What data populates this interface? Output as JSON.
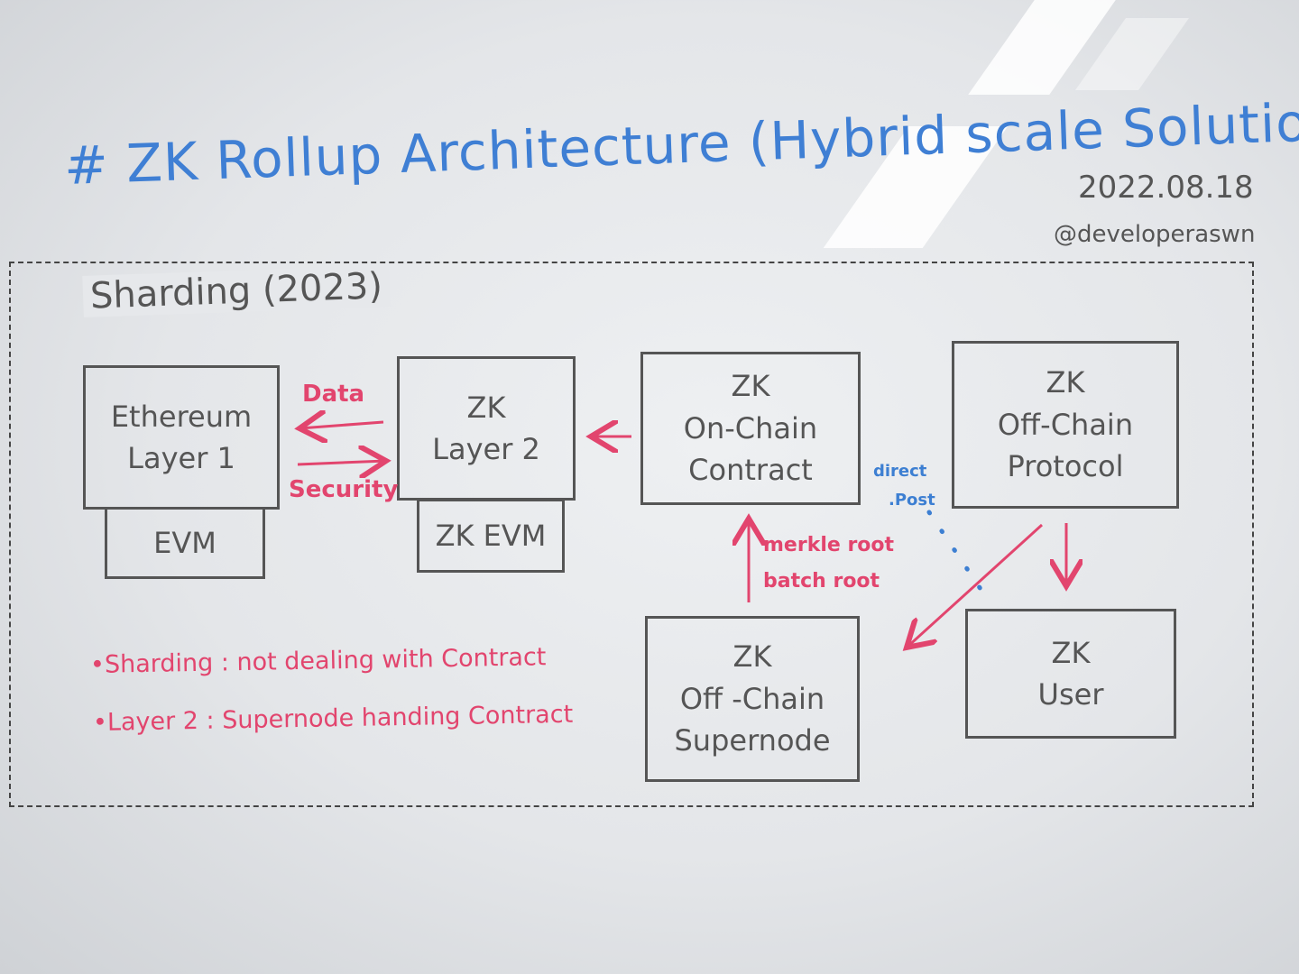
{
  "title": "# ZK Rollup Architecture (Hybrid scale Solution)",
  "date": "2022.08.18",
  "author_handle": "@developeraswn",
  "region": {
    "label": "Sharding (2023)"
  },
  "nodes": {
    "ethereum": {
      "line1": "Ethereum",
      "line2": "Layer 1"
    },
    "evm": {
      "label": "EVM"
    },
    "zk_layer2": {
      "line1": "ZK",
      "line2": "Layer 2"
    },
    "zk_evm": {
      "label": "ZK EVM"
    },
    "onchain_contract": {
      "line1": "ZK",
      "line2": "On-Chain",
      "line3": "Contract"
    },
    "offchain_protocol": {
      "line1": "ZK",
      "line2": "Off-Chain",
      "line3": "Protocol"
    },
    "offchain_supernode": {
      "line1": "ZK",
      "line2": "Off -Chain",
      "line3": "Supernode"
    },
    "user": {
      "line1": "ZK",
      "line2": "User"
    }
  },
  "edges": {
    "data_label": "Data",
    "security_label": "Security",
    "root_label_1": "merkle root",
    "root_label_2": "batch root",
    "direct_post_1": "direct",
    "direct_post_2": ".Post"
  },
  "notes": [
    "•Sharding : not dealing with Contract",
    "•Layer 2 : Supernode handing Contract"
  ],
  "colors": {
    "title": "#3f7fd4",
    "marker_black": "#555555",
    "marker_red": "#e2456e",
    "marker_blue": "#3d7fd2",
    "board": "#e6e8eb"
  }
}
